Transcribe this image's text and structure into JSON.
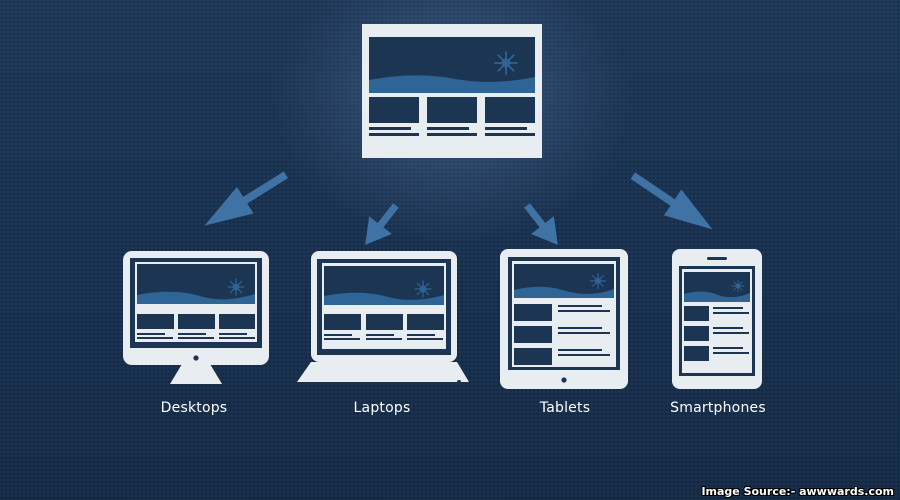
{
  "devices": [
    {
      "id": "desktops",
      "label": "Desktops"
    },
    {
      "id": "laptops",
      "label": "Laptops"
    },
    {
      "id": "tablets",
      "label": "Tablets"
    },
    {
      "id": "smartphones",
      "label": "Smartphones"
    }
  ],
  "credit": "Image Source:- awwwards.com",
  "colors": {
    "background": "#1c3554",
    "screen": "#1b3552",
    "wave": "#2e6496",
    "frame": "#e8edf2",
    "arrow": "#3f73a6"
  }
}
